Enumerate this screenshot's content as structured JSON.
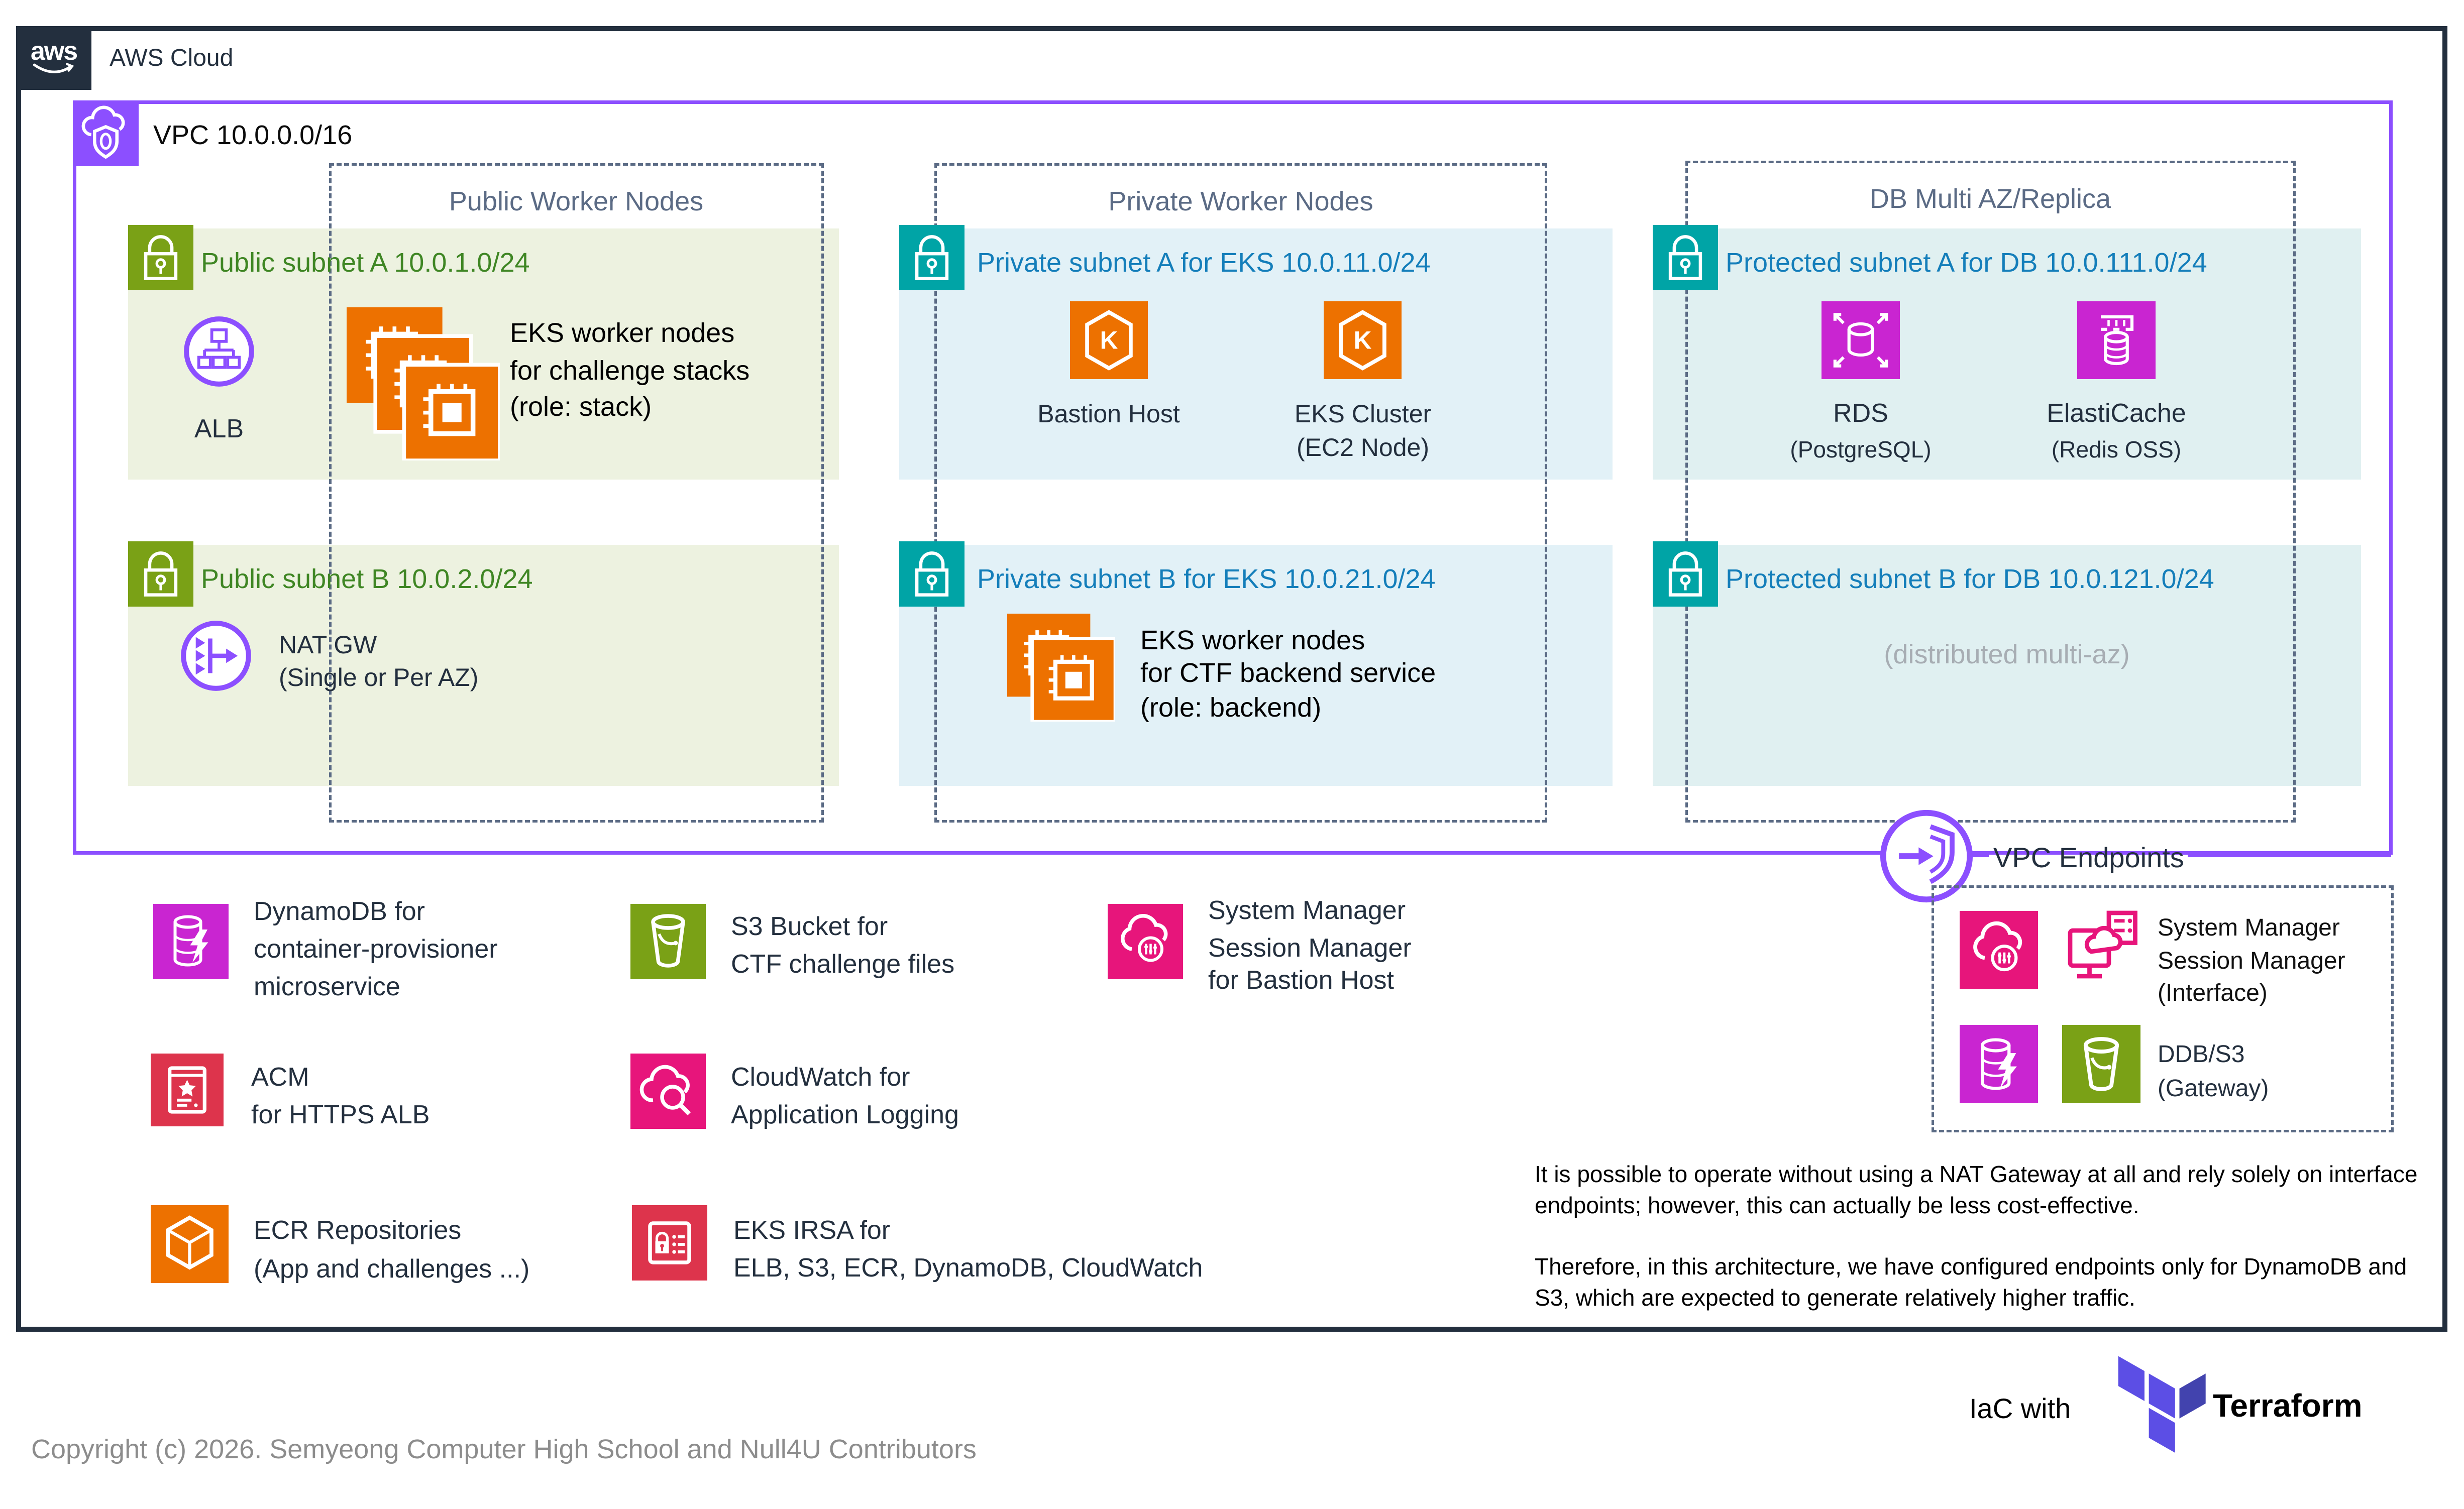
{
  "header": {
    "logo_word": "aws",
    "title": "AWS Cloud"
  },
  "vpc": {
    "label": "VPC 10.0.0.0/16"
  },
  "groups": {
    "public": {
      "title": "Public Worker Nodes"
    },
    "private": {
      "title": "Private Worker Nodes"
    },
    "db": {
      "title": "DB Multi AZ/Replica"
    }
  },
  "subnets": {
    "public_a": {
      "label": "Public subnet A 10.0.1.0/24"
    },
    "public_b": {
      "label": "Public subnet B 10.0.2.0/24"
    },
    "private_a": {
      "label": "Private subnet A for EKS 10.0.11.0/24"
    },
    "private_b": {
      "label": "Private subnet B for EKS 10.0.21.0/24"
    },
    "protected_a": {
      "label": "Protected subnet A for DB 10.0.111.0/24"
    },
    "protected_b": {
      "label": "Protected subnet B for DB 10.0.121.0/24",
      "note": "(distributed multi-az)"
    }
  },
  "nodes": {
    "alb": {
      "label": "ALB"
    },
    "eks_stack": {
      "lines": [
        "EKS worker nodes",
        "for challenge stacks",
        "(role: stack)"
      ]
    },
    "nat": {
      "lines": [
        "NAT GW",
        "(Single or Per AZ)"
      ]
    },
    "bastion": {
      "label": "Bastion Host"
    },
    "eks_cluster": {
      "lines": [
        "EKS Cluster",
        "(EC2 Node)"
      ]
    },
    "eks_backend": {
      "lines": [
        "EKS worker nodes",
        "for CTF backend service",
        "(role: backend)"
      ]
    },
    "rds": {
      "lines": [
        "RDS",
        "(PostgreSQL)"
      ]
    },
    "elasticache": {
      "lines": [
        "ElastiCache",
        "(Redis OSS)"
      ]
    }
  },
  "endpoints": {
    "title": "VPC Endpoints",
    "interface_item": {
      "lines": [
        "System Manager",
        "Session Manager",
        "(Interface)"
      ]
    },
    "gateway_item": {
      "lines": [
        "DDB/S3",
        "(Gateway)"
      ]
    }
  },
  "services": [
    {
      "id": "dynamodb",
      "lines": [
        "DynamoDB for",
        "container-provisioner",
        "microservice"
      ]
    },
    {
      "id": "s3",
      "lines": [
        "S3 Bucket for",
        "CTF challenge files"
      ]
    },
    {
      "id": "ssm",
      "lines": [
        "System Manager",
        "Session Manager",
        "for Bastion Host"
      ]
    },
    {
      "id": "acm",
      "lines": [
        "ACM",
        "for HTTPS ALB"
      ]
    },
    {
      "id": "cloudwatch",
      "lines": [
        "CloudWatch for",
        "Application Logging"
      ]
    },
    {
      "id": "ecr",
      "lines": [
        "ECR Repositories",
        "(App and challenges ...)"
      ]
    },
    {
      "id": "eks_irsa",
      "lines": [
        "EKS IRSA for",
        "ELB, S3, ECR, DynamoDB, CloudWatch"
      ]
    }
  ],
  "note": {
    "p1": "It is possible to operate without using a NAT Gateway at all and rely solely on interface endpoints; however, this can actually be less cost-effective.",
    "p2": "Therefore, in this architecture, we have configured endpoints only for DynamoDB and S3, which are expected to generate relatively higher traffic."
  },
  "footer": {
    "iac_label": "IaC with",
    "terraform_label": "Terraform",
    "copyright": "Copyright (c) 2026. Semyeong Computer High School and Null4U Contributors"
  },
  "colors": {
    "frame_navy": "#232F3E",
    "vpc_purple": "#8C4FFF",
    "public_green": "#7AA116",
    "public_text_green": "#3F8624",
    "subnet_teal": "#00A4A6",
    "subnet_text_blue": "#147EBA",
    "compute_orange": "#ED7100",
    "db_magenta": "#C925D1",
    "mgmt_pink": "#E7157B",
    "security_red": "#DD344C",
    "terraform_purple": "#5C4EE5"
  }
}
